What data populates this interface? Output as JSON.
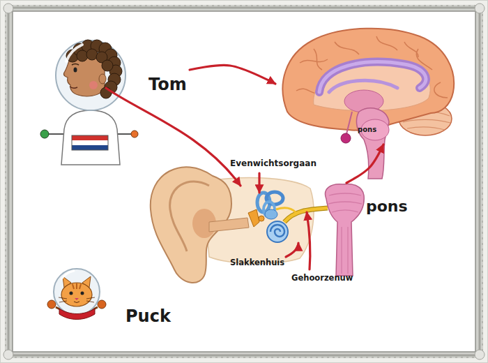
{
  "diagram": {
    "nodes": [
      {
        "text": [
          "Tom"
        ]
      },
      {
        "text": [
          "pons"
        ]
      },
      {
        "text": [
          "pons"
        ]
      },
      {
        "text": [
          "Puck"
        ]
      }
    ],
    "edges": [
      {
        "from": 0,
        "to": 1,
        "arrow": "to"
      },
      {
        "from": 2,
        "to": 1,
        "arrow": "to"
      }
    ],
    "labels": [
      "Evenwichtsorgaan",
      "Slakkenhuis",
      "Gehoorzenuw"
    ]
  }
}
